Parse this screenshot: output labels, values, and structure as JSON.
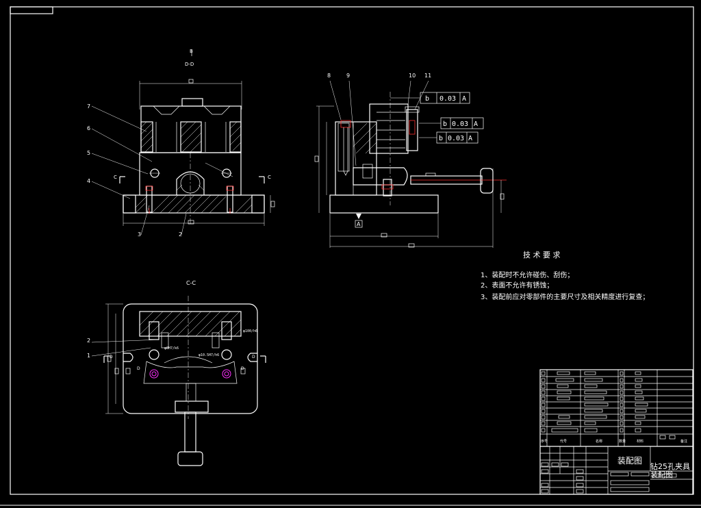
{
  "drawing": {
    "views": {
      "front_section_label": "D-D",
      "front_view_arrow_label": "B",
      "bottom_section_label": "C-C",
      "cut_marker_c": "C",
      "cut_marker_d": "D",
      "datum_label": "A"
    },
    "balloons_front": [
      "7",
      "6",
      "5",
      "4",
      "3",
      "2"
    ],
    "balloons_side": [
      "8",
      "9",
      "10",
      "11"
    ],
    "balloons_bottom": [
      "2",
      "1"
    ],
    "tolerances": [
      {
        "symbol": "b",
        "value": "0.03",
        "datum": "A"
      },
      {
        "symbol": "b",
        "value": "0.03",
        "datum": "A"
      },
      {
        "symbol": "b",
        "value": "0.03",
        "datum": "A"
      }
    ],
    "tech_requirements": {
      "title": "技 术 要 求",
      "items": [
        "1、装配时不允许碰伤、刮伤；",
        "2、表面不允许有锈蚀；",
        "3、装配前应对零部件的主要尺寸及相关精度进行复查；"
      ]
    },
    "title_block": {
      "header_cols": [
        "序号",
        "代号",
        "名称",
        "数量",
        "材料",
        "备注"
      ],
      "drawing_type": "装配图",
      "drawing_name_line1": "钻25孔夹具",
      "drawing_name_line2": "装配图"
    }
  }
}
